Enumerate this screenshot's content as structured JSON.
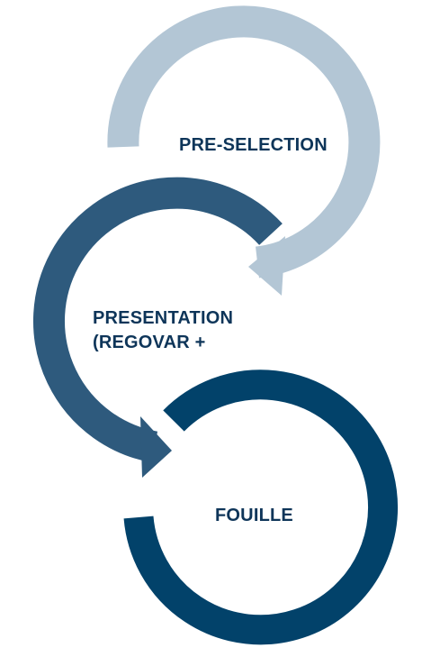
{
  "colors": {
    "step_1": "#b3c6d5",
    "step_2": "#2e5a7d",
    "step_3": "#02426a",
    "label_text": "#0e3559",
    "background": "#ffffff"
  },
  "steps": [
    {
      "label_lines": [
        "PRE-SELECTION"
      ]
    },
    {
      "label_lines": [
        "PRESENTATION",
        "(REGOVAR +"
      ]
    },
    {
      "label_lines": [
        "FOUILLE"
      ]
    }
  ]
}
